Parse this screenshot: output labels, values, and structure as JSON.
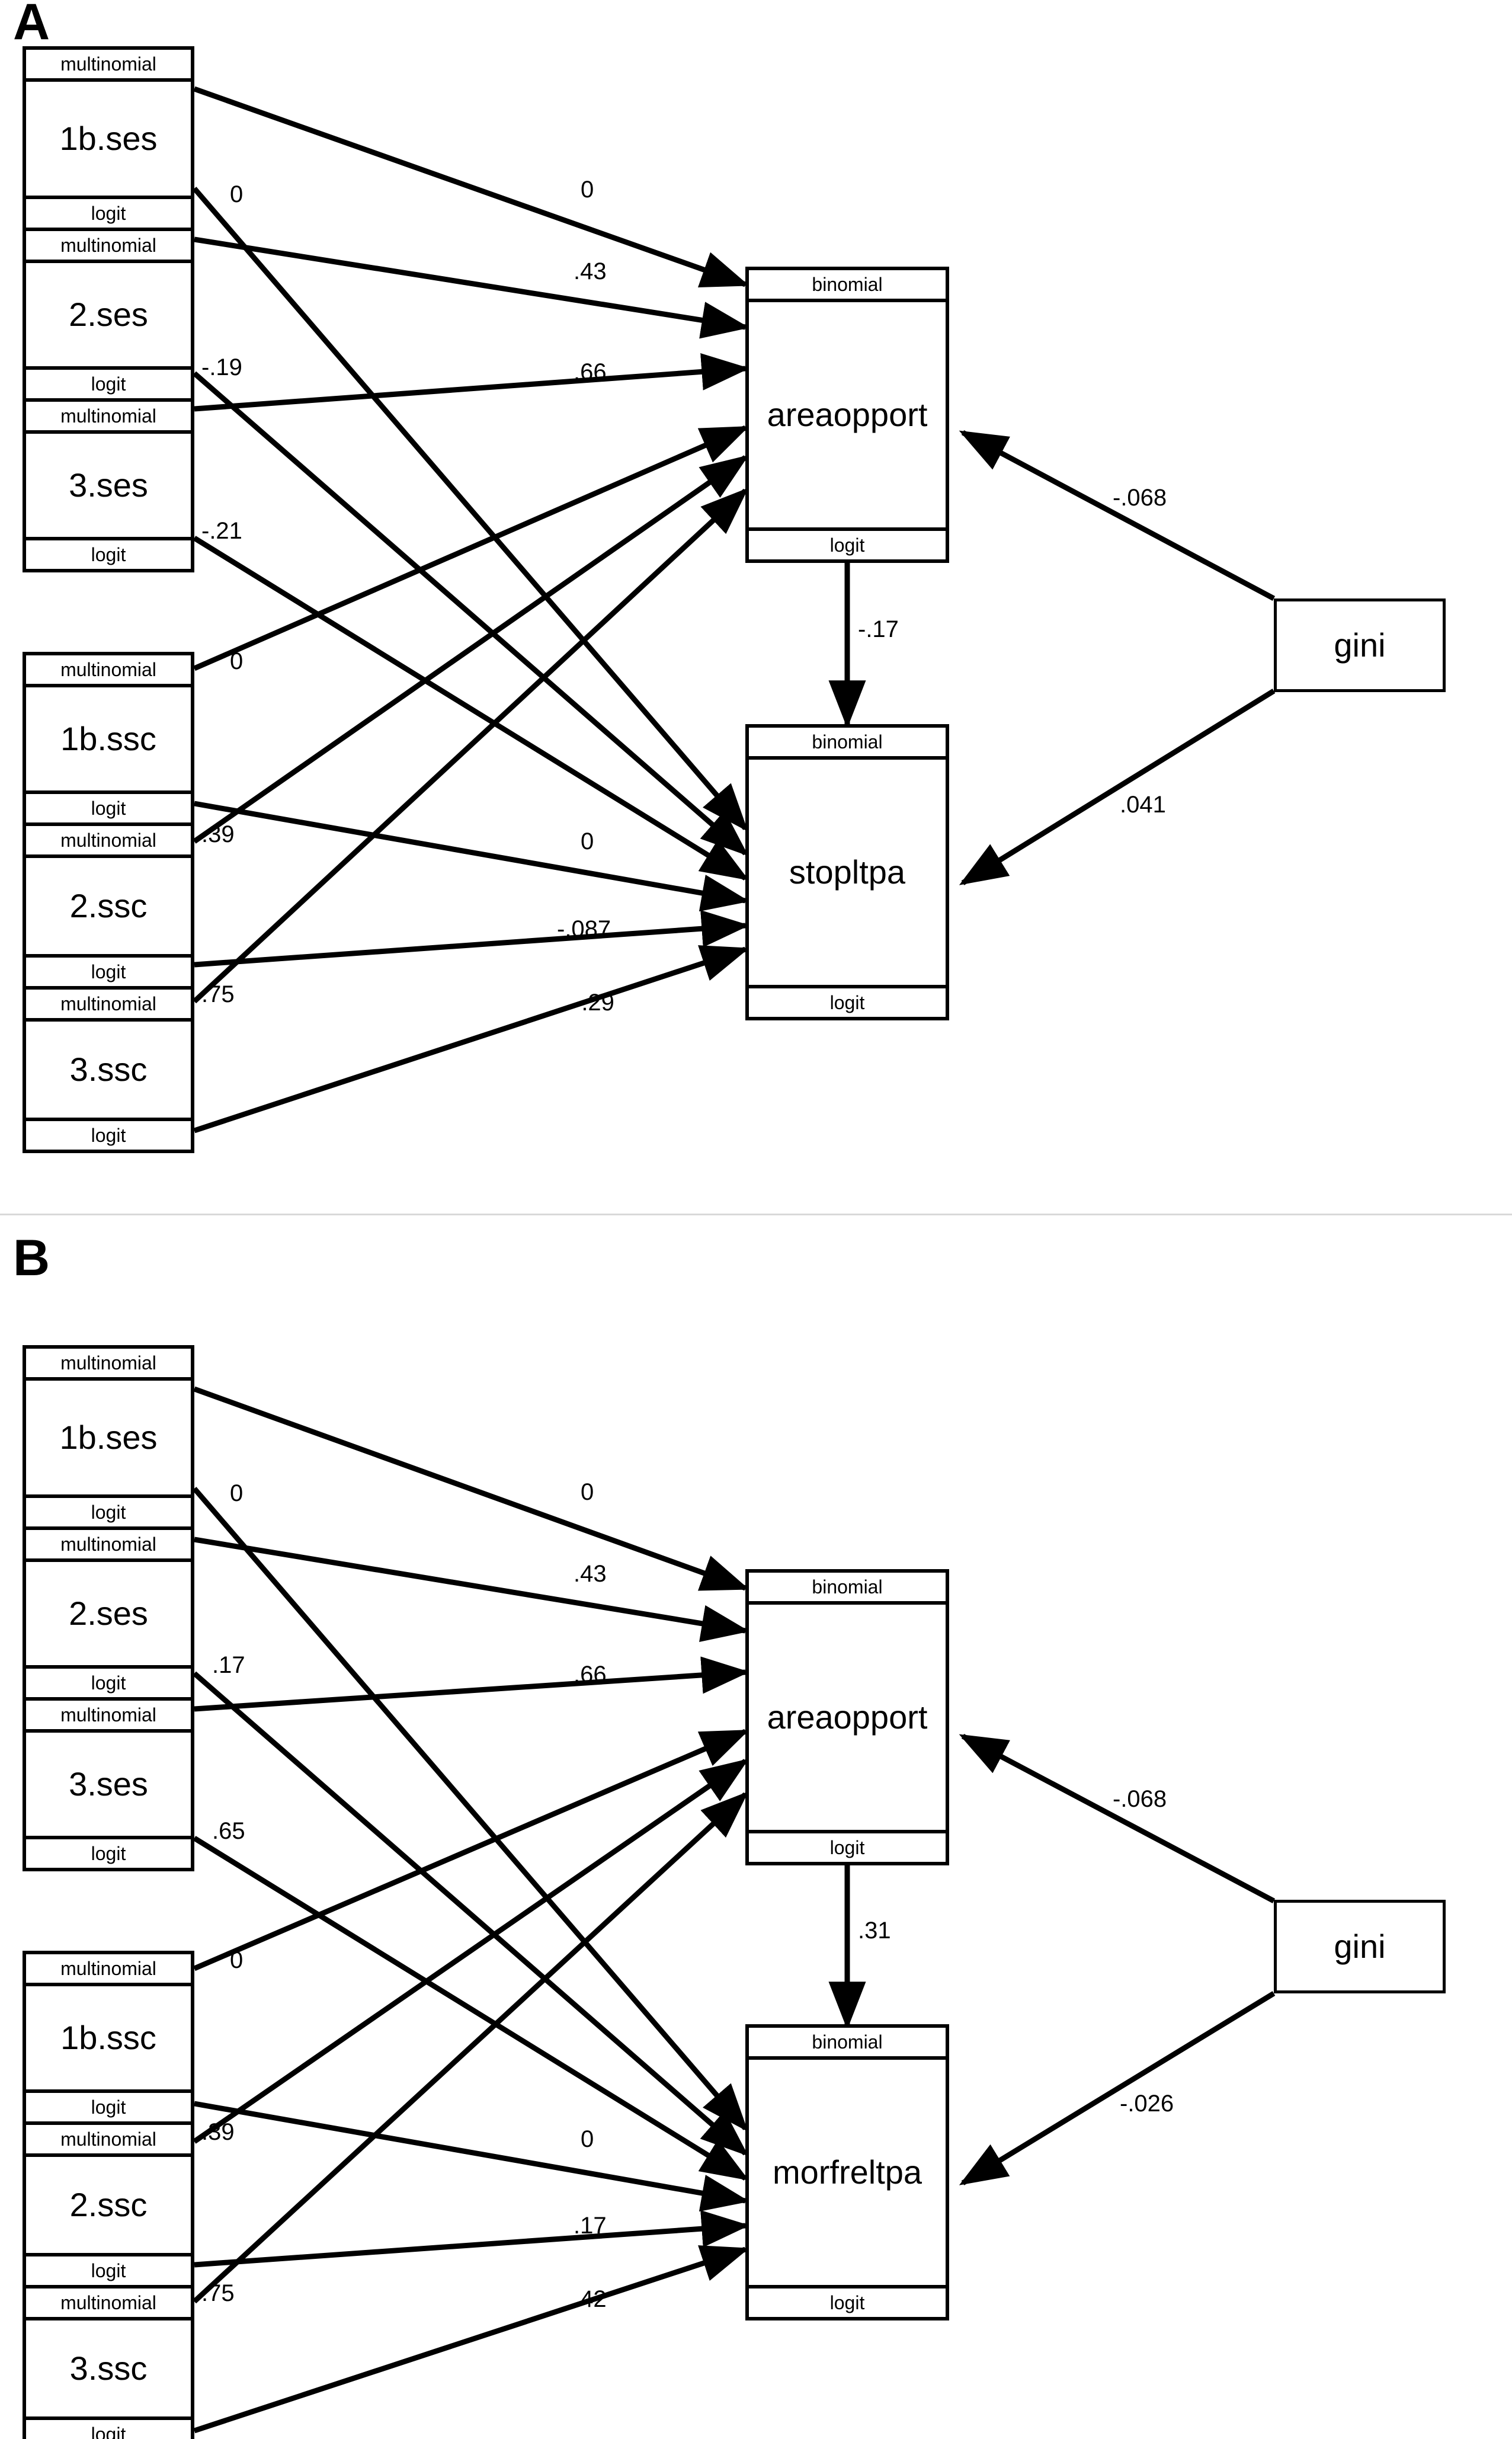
{
  "figure": {
    "panels": [
      {
        "letter": "A",
        "exogenous_groups": [
          {
            "group_name": "ses",
            "nodes": [
              {
                "header": "multinomial",
                "name": "1b.ses",
                "footer": "logit"
              },
              {
                "header": "multinomial",
                "name": "2.ses",
                "footer": "logit"
              },
              {
                "header": "multinomial",
                "name": "3.ses",
                "footer": "logit"
              }
            ]
          },
          {
            "group_name": "ssc",
            "nodes": [
              {
                "header": "multinomial",
                "name": "1b.ssc",
                "footer": "logit"
              },
              {
                "header": "multinomial",
                "name": "2.ssc",
                "footer": "logit"
              },
              {
                "header": "multinomial",
                "name": "3.ssc",
                "footer": "logit"
              }
            ]
          }
        ],
        "endogenous_nodes": [
          {
            "header": "binomial",
            "name": "areaopport",
            "footer": "logit"
          },
          {
            "header": "binomial",
            "name": "stopltpa",
            "footer": "logit"
          }
        ],
        "moderator_node": {
          "name": "gini"
        },
        "edge_labels": {
          "ses_source_side": [
            "0",
            "-.19",
            "-.21"
          ],
          "ssc_source_side": [
            "0",
            ".39",
            ".75"
          ],
          "into_areaopport": [
            "0",
            ".43",
            ".66"
          ],
          "into_outcome": [
            "0",
            "-.087",
            "-.29"
          ],
          "areaopport_to_outcome": "-.17",
          "gini_to_areaopport": "-.068",
          "gini_to_outcome": ".041"
        }
      },
      {
        "letter": "B",
        "exogenous_groups": [
          {
            "group_name": "ses",
            "nodes": [
              {
                "header": "multinomial",
                "name": "1b.ses",
                "footer": "logit"
              },
              {
                "header": "multinomial",
                "name": "2.ses",
                "footer": "logit"
              },
              {
                "header": "multinomial",
                "name": "3.ses",
                "footer": "logit"
              }
            ]
          },
          {
            "group_name": "ssc",
            "nodes": [
              {
                "header": "multinomial",
                "name": "1b.ssc",
                "footer": "logit"
              },
              {
                "header": "multinomial",
                "name": "2.ssc",
                "footer": "logit"
              },
              {
                "header": "multinomial",
                "name": "3.ssc",
                "footer": "logit"
              }
            ]
          }
        ],
        "endogenous_nodes": [
          {
            "header": "binomial",
            "name": "areaopport",
            "footer": "logit"
          },
          {
            "header": "binomial",
            "name": "morfreltpa",
            "footer": "logit"
          }
        ],
        "moderator_node": {
          "name": "gini"
        },
        "edge_labels": {
          "ses_source_side": [
            "0",
            ".17",
            ".65"
          ],
          "ssc_source_side": [
            "0",
            ".39",
            ".75"
          ],
          "into_areaopport": [
            "0",
            ".43",
            ".66"
          ],
          "into_outcome": [
            "0",
            ".17",
            ".42"
          ],
          "areaopport_to_outcome": ".31",
          "gini_to_areaopport": "-.068",
          "gini_to_outcome": "-.026"
        }
      }
    ],
    "colors": {
      "stroke": "#000000",
      "background": "#ffffff",
      "divider": "#d9d9d9"
    }
  }
}
